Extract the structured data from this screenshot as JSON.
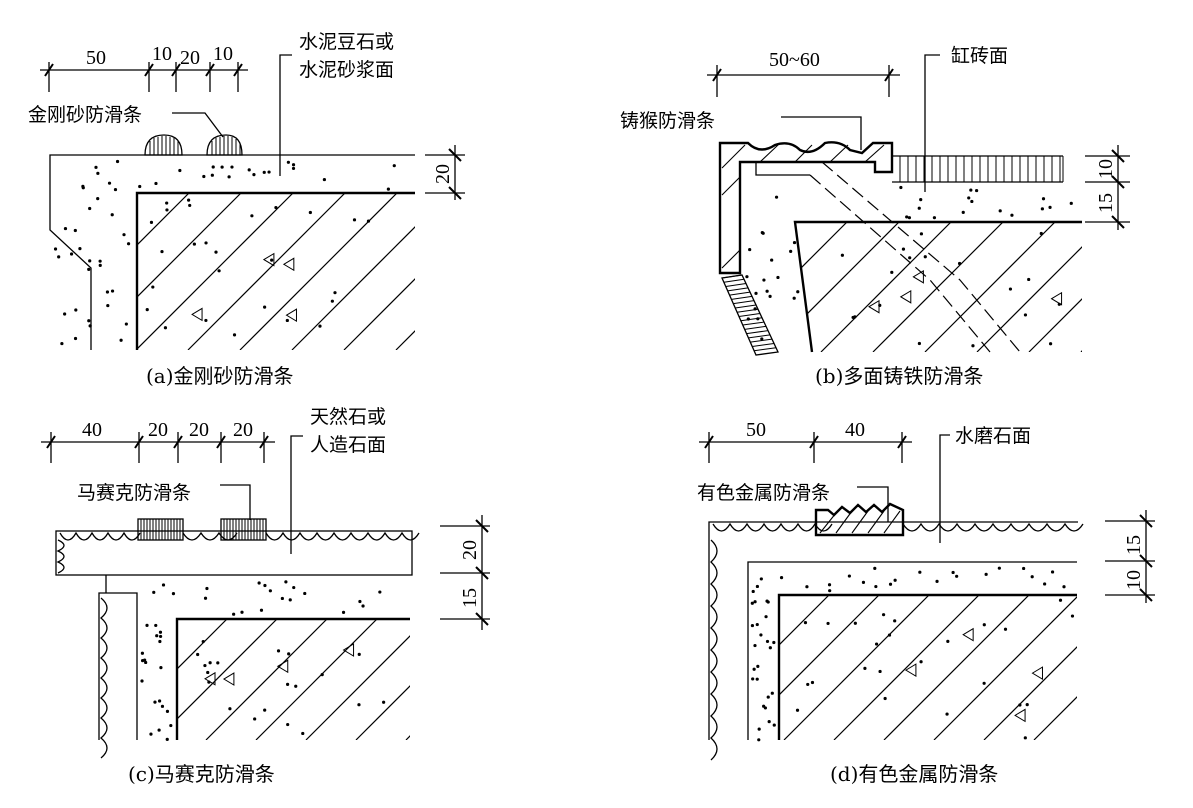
{
  "panels": {
    "a": {
      "caption": "(a)金刚砂防滑条",
      "strip_label": "金刚砂防滑条",
      "surface_label_line1": "水泥豆石或",
      "surface_label_line2": "水泥砂浆面",
      "top_dims": [
        "50",
        "10",
        "20",
        "10"
      ],
      "side_dims": [
        "20"
      ]
    },
    "b": {
      "caption": "(b)多面铸铁防滑条",
      "strip_label": "铸猴防滑条",
      "surface_label": "缸砖面",
      "top_dims": [
        "50~60"
      ],
      "side_dims": [
        "10",
        "15"
      ]
    },
    "c": {
      "caption": "(c)马赛克防滑条",
      "strip_label": "马赛克防滑条",
      "surface_label_line1": "天然石或",
      "surface_label_line2": "人造石面",
      "top_dims": [
        "40",
        "20",
        "20",
        "20"
      ],
      "side_dims": [
        "20",
        "15"
      ]
    },
    "d": {
      "caption": "(d)有色金属防滑条",
      "strip_label": "有色金属防滑条",
      "surface_label": "水磨石面",
      "top_dims": [
        "50",
        "40"
      ],
      "side_dims": [
        "15",
        "10"
      ]
    }
  }
}
